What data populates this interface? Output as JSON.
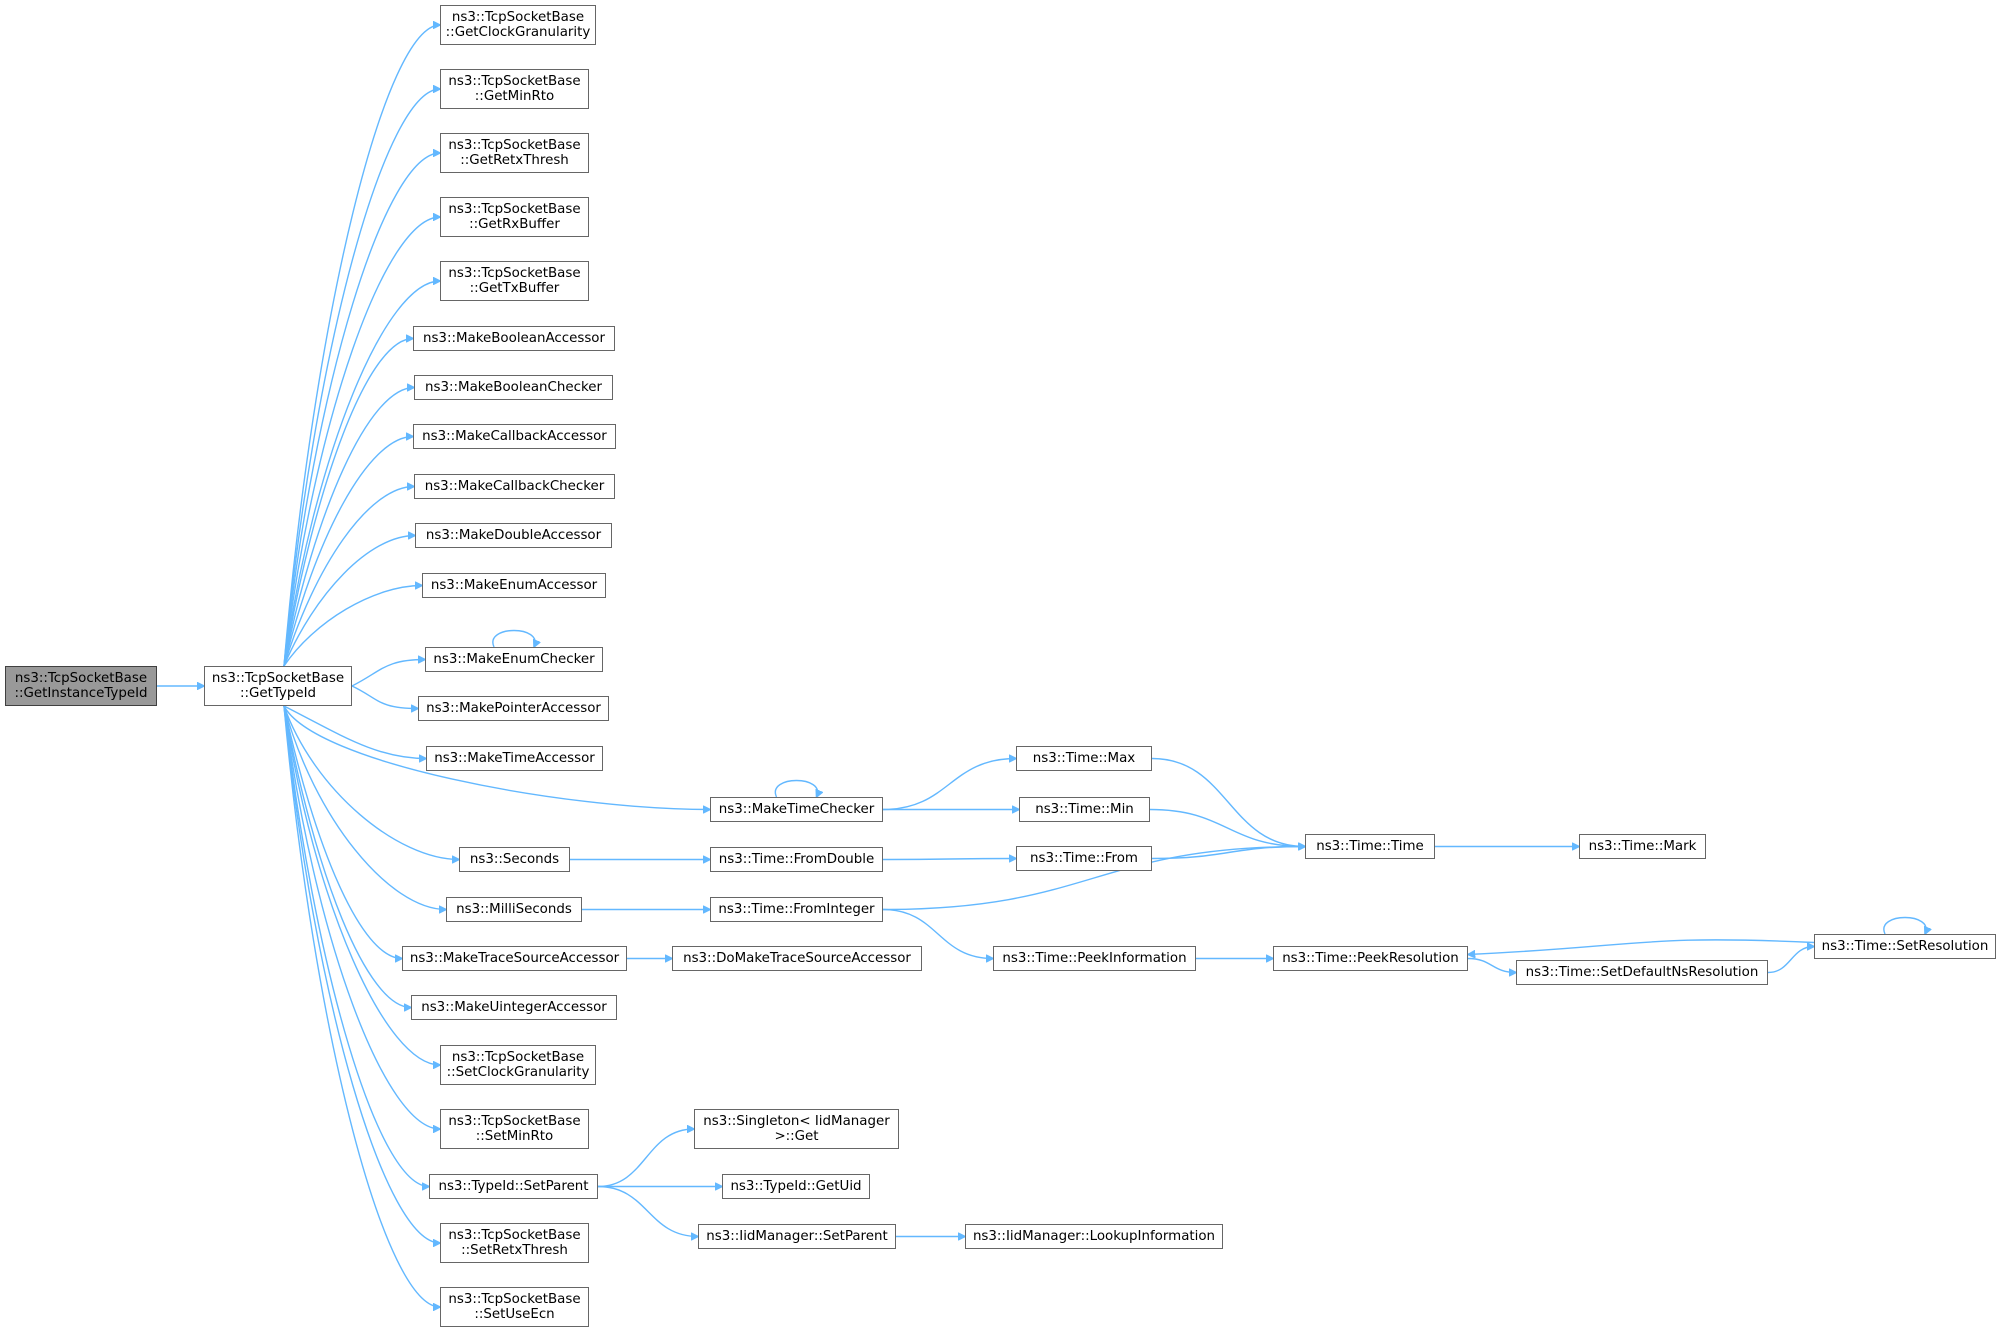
{
  "edge_color": "#63b8ff",
  "root_fill": "#999999",
  "nodes": {
    "root": [
      "ns3::TcpSocketBase",
      "::GetInstanceTypeId"
    ],
    "gettypeid": [
      "ns3::TcpSocketBase",
      "::GetTypeId"
    ],
    "getclockgran": [
      "ns3::TcpSocketBase",
      "::GetClockGranularity"
    ],
    "getminrto": [
      "ns3::TcpSocketBase",
      "::GetMinRto"
    ],
    "getretx": [
      "ns3::TcpSocketBase",
      "::GetRetxThresh"
    ],
    "getrxbuf": [
      "ns3::TcpSocketBase",
      "::GetRxBuffer"
    ],
    "gettxbuf": [
      "ns3::TcpSocketBase",
      "::GetTxBuffer"
    ],
    "mkboolacc": [
      "ns3::MakeBooleanAccessor"
    ],
    "mkboolchk": [
      "ns3::MakeBooleanChecker"
    ],
    "mkcbacc": [
      "ns3::MakeCallbackAccessor"
    ],
    "mkcbchk": [
      "ns3::MakeCallbackChecker"
    ],
    "mkdblacc": [
      "ns3::MakeDoubleAccessor"
    ],
    "mkenumacc": [
      "ns3::MakeEnumAccessor"
    ],
    "mkenumchk": [
      "ns3::MakeEnumChecker"
    ],
    "mkptracc": [
      "ns3::MakePointerAccessor"
    ],
    "mktimeacc": [
      "ns3::MakeTimeAccessor"
    ],
    "mktimechk": [
      "ns3::MakeTimeChecker"
    ],
    "seconds": [
      "ns3::Seconds"
    ],
    "millis": [
      "ns3::MilliSeconds"
    ],
    "mktraceacc": [
      "ns3::MakeTraceSourceAccessor"
    ],
    "mkuintacc": [
      "ns3::MakeUintegerAccessor"
    ],
    "setclockgran": [
      "ns3::TcpSocketBase",
      "::SetClockGranularity"
    ],
    "setminrto": [
      "ns3::TcpSocketBase",
      "::SetMinRto"
    ],
    "setparent": [
      "ns3::TypeId::SetParent"
    ],
    "setretx": [
      "ns3::TcpSocketBase",
      "::SetRetxThresh"
    ],
    "setuseecn": [
      "ns3::TcpSocketBase",
      "::SetUseEcn"
    ],
    "timemax": [
      "ns3::Time::Max"
    ],
    "timemin": [
      "ns3::Time::Min"
    ],
    "fromdouble": [
      "ns3::Time::FromDouble"
    ],
    "fromint": [
      "ns3::Time::FromInteger"
    ],
    "domktrace": [
      "ns3::DoMakeTraceSourceAccessor"
    ],
    "singleton": [
      "ns3::Singleton< IidManager",
      ">::Get"
    ],
    "getuid": [
      "ns3::TypeId::GetUid"
    ],
    "iidsetparent": [
      "ns3::IidManager::SetParent"
    ],
    "timefrom": [
      "ns3::Time::From"
    ],
    "timetime": [
      "ns3::Time::Time"
    ],
    "peekinfo": [
      "ns3::Time::PeekInformation"
    ],
    "lookupinfo": [
      "ns3::IidManager::LookupInformation"
    ],
    "timemark": [
      "ns3::Time::Mark"
    ],
    "peekres": [
      "ns3::Time::PeekResolution"
    ],
    "setdefres": [
      "ns3::Time::SetDefaultNsResolution"
    ],
    "setres": [
      "ns3::Time::SetResolution"
    ]
  }
}
